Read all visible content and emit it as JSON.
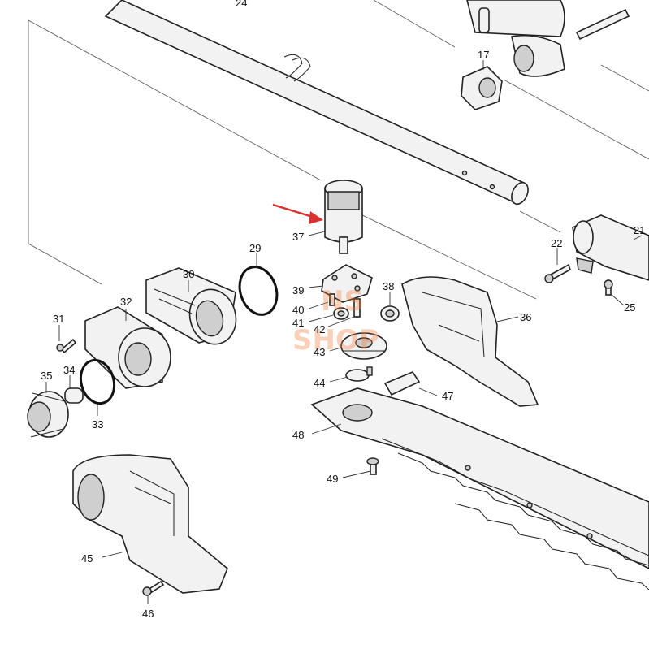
{
  "diagram": {
    "callouts": {
      "p24": "24",
      "p17": "17",
      "p37": "37",
      "p29": "29",
      "p30": "30",
      "p22": "22",
      "p21": "21",
      "p25": "25",
      "p39": "39",
      "p38": "38",
      "p36": "36",
      "p32": "32",
      "p31": "31",
      "p40": "40",
      "p41": "41",
      "p42": "42",
      "p43": "43",
      "p34": "34",
      "p35": "35",
      "p33": "33",
      "p44": "44",
      "p47": "47",
      "p48": "48",
      "p49": "49",
      "p45": "45",
      "p46": "46"
    },
    "watermark": {
      "line1": "NS",
      "line2": "SHOP"
    },
    "colors": {
      "arrow": "#d93030",
      "watermark": "#f07c3a",
      "line": "#222222"
    }
  }
}
